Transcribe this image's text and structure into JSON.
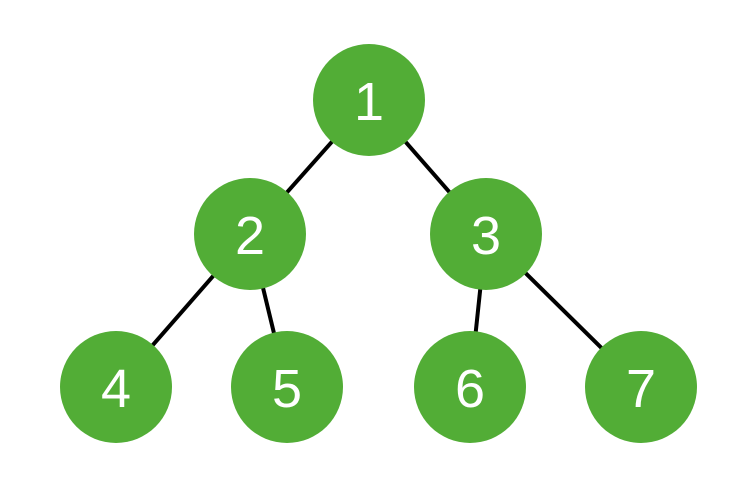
{
  "diagram": {
    "type": "binary-tree",
    "colors": {
      "node_fill": "#52ad36",
      "node_text": "#ffffff",
      "edge": "#000000",
      "background": "#ffffff"
    },
    "nodes": [
      {
        "id": "n1",
        "label": "1"
      },
      {
        "id": "n2",
        "label": "2"
      },
      {
        "id": "n3",
        "label": "3"
      },
      {
        "id": "n4",
        "label": "4"
      },
      {
        "id": "n5",
        "label": "5"
      },
      {
        "id": "n6",
        "label": "6"
      },
      {
        "id": "n7",
        "label": "7"
      }
    ],
    "edges": [
      {
        "from": "n1",
        "to": "n2"
      },
      {
        "from": "n1",
        "to": "n3"
      },
      {
        "from": "n2",
        "to": "n4"
      },
      {
        "from": "n2",
        "to": "n5"
      },
      {
        "from": "n3",
        "to": "n6"
      },
      {
        "from": "n3",
        "to": "n7"
      }
    ]
  }
}
